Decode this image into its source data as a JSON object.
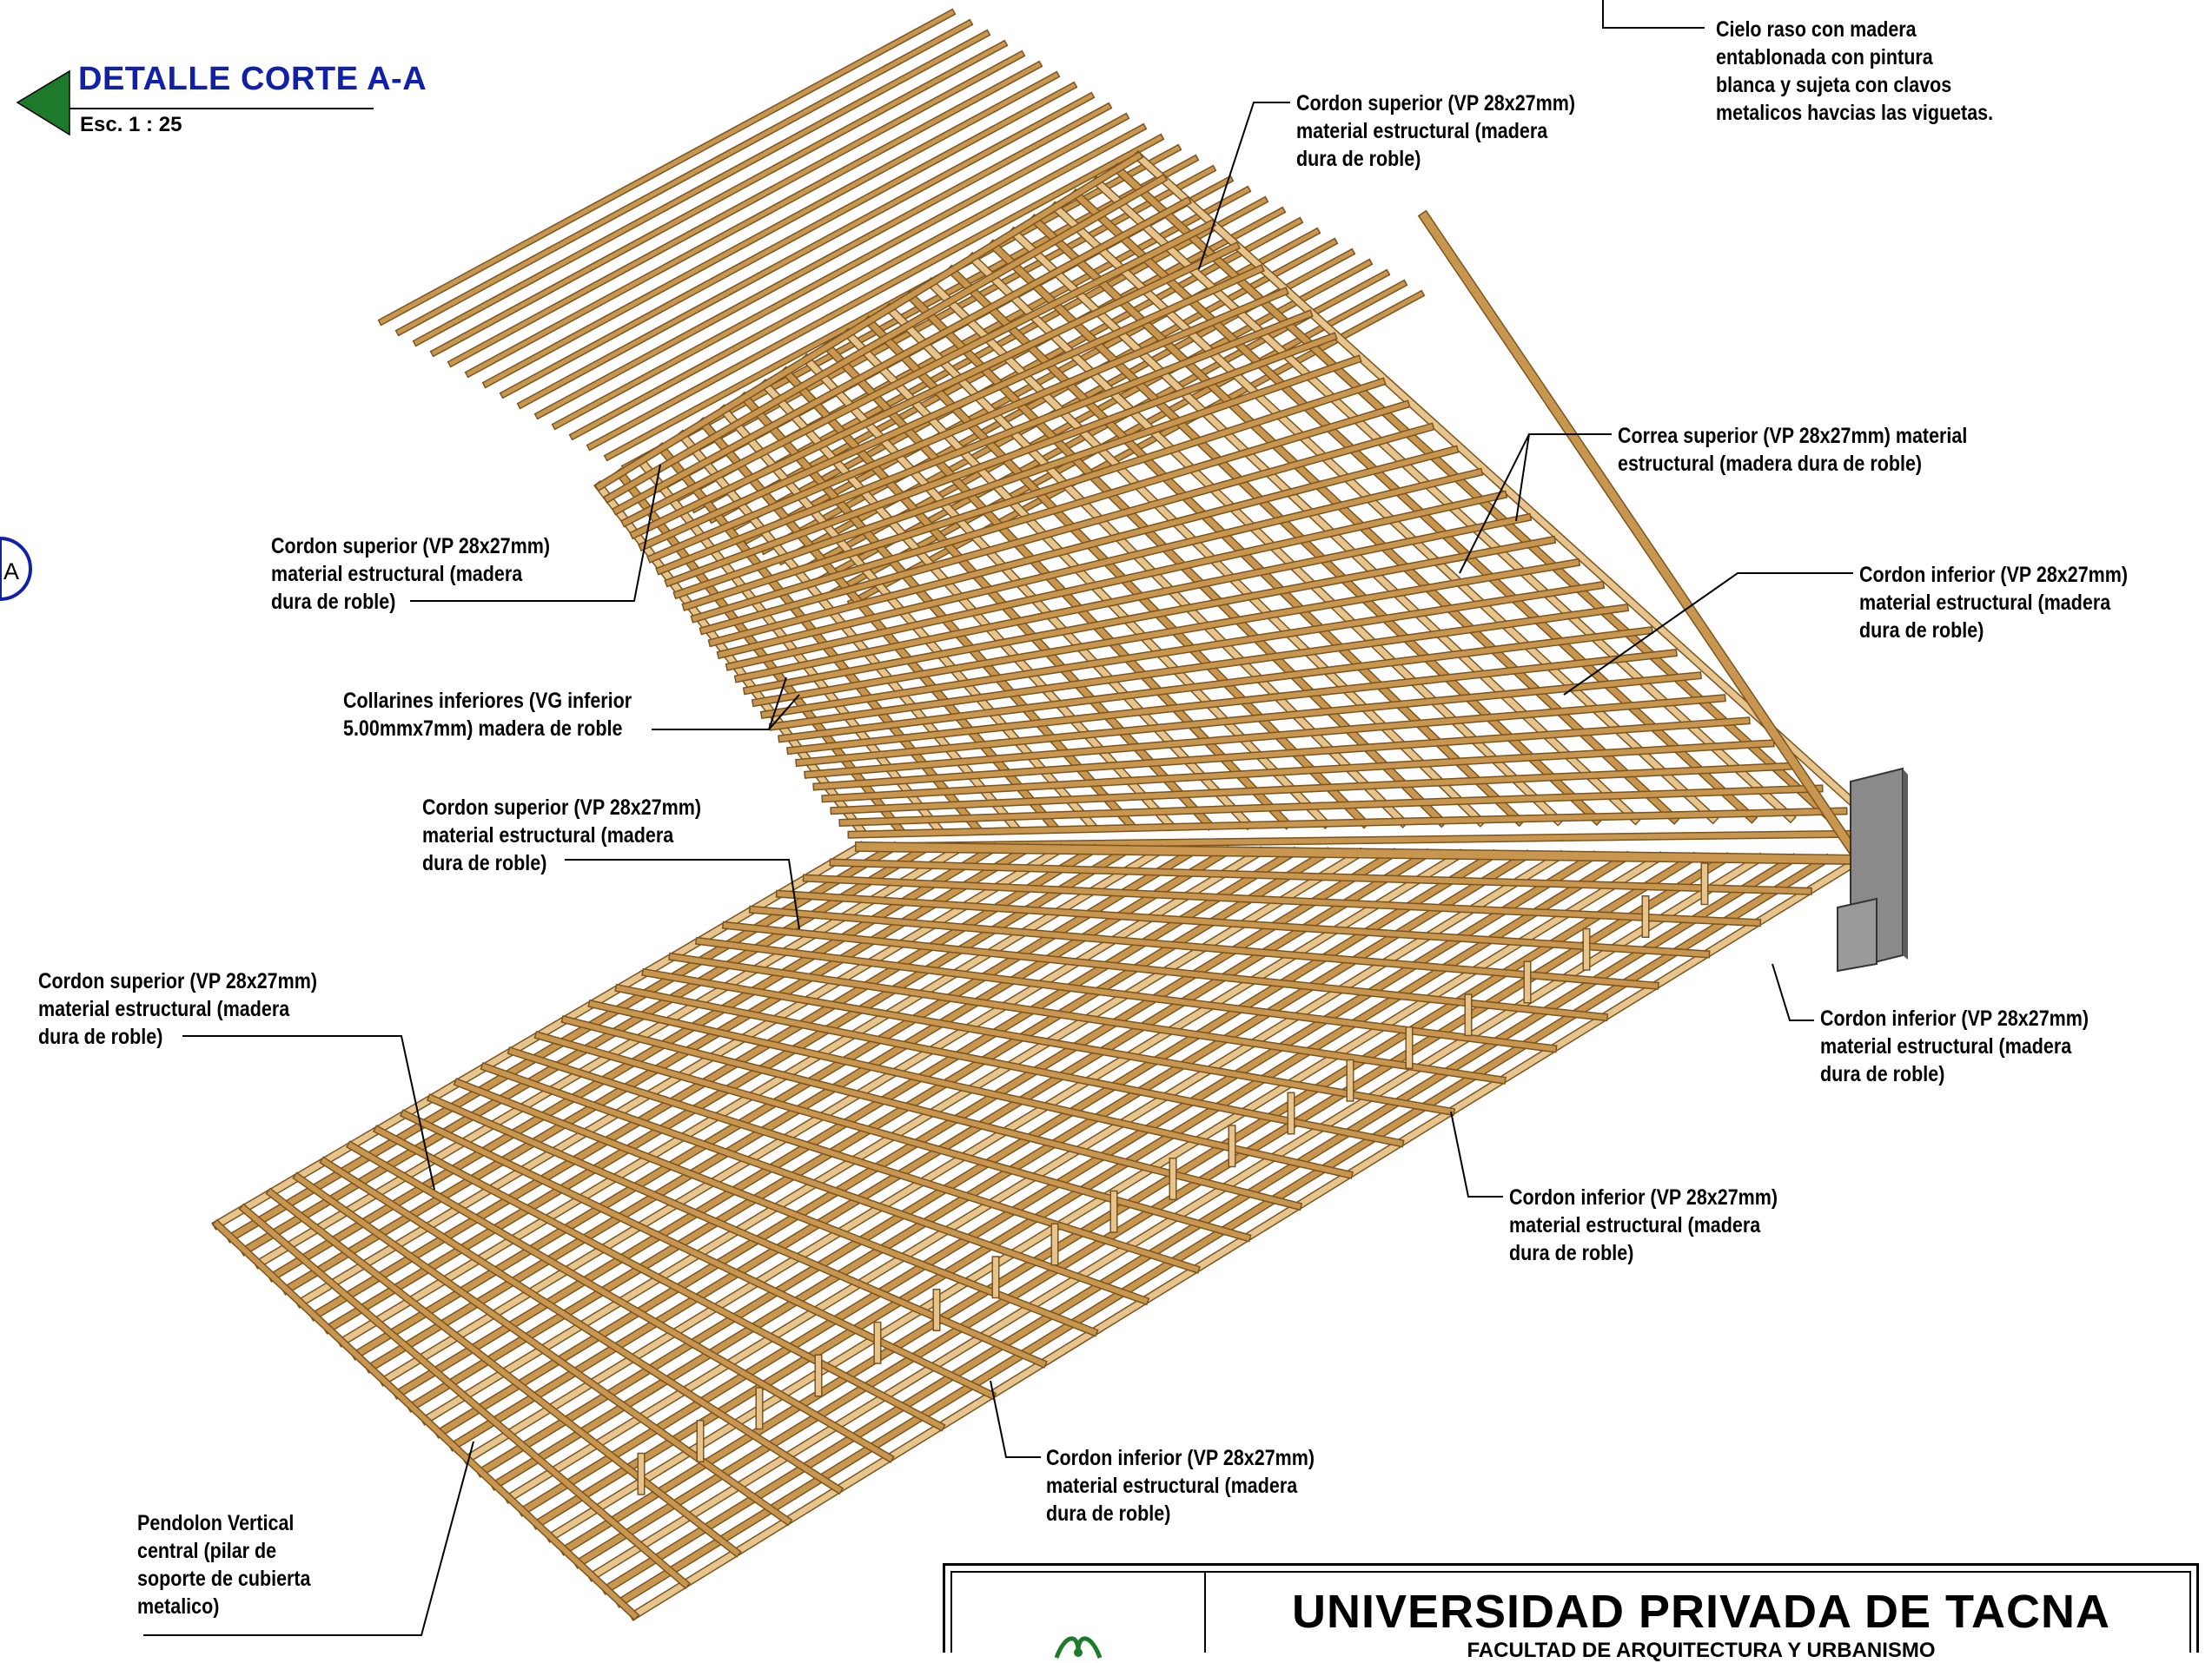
{
  "detail": {
    "title": "DETALLE CORTE A-A",
    "scale": "Esc. 1 : 25"
  },
  "section_marker": "A",
  "annotations": [
    {
      "id": "cielo-raso",
      "lines": [
        "Cielo raso con madera",
        "entablonada con pintura",
        "blanca y sujeta con clavos",
        "metalicos havcias las viguetas."
      ]
    },
    {
      "id": "cordon-sup-1",
      "lines": [
        "Cordon superior (VP 28x27mm)",
        "material estructural (madera",
        "dura de roble)"
      ]
    },
    {
      "id": "correa-sup",
      "lines": [
        "Correa superior (VP 28x27mm) material",
        "estructural (madera dura de roble)"
      ]
    },
    {
      "id": "cordon-inf-1",
      "lines": [
        "Cordon inferior (VP 28x27mm)",
        "material estructural (madera",
        "dura de roble)"
      ]
    },
    {
      "id": "cordon-sup-2",
      "lines": [
        "Cordon superior (VP 28x27mm)",
        "material estructural (madera",
        "dura de roble)"
      ]
    },
    {
      "id": "collarines",
      "lines": [
        "Collarines inferiores (VG inferior",
        "5.00mmx7mm) madera de roble"
      ]
    },
    {
      "id": "cordon-sup-3",
      "lines": [
        "Cordon superior (VP 28x27mm)",
        "material estructural (madera",
        "dura de roble)"
      ]
    },
    {
      "id": "cordon-sup-4",
      "lines": [
        "Cordon superior (VP 28x27mm)",
        "material estructural (madera",
        "dura de roble)"
      ]
    },
    {
      "id": "cordon-inf-2",
      "lines": [
        "Cordon inferior (VP 28x27mm)",
        "material estructural (madera",
        "dura de roble)"
      ]
    },
    {
      "id": "cordon-inf-3",
      "lines": [
        "Cordon inferior (VP 28x27mm)",
        "material estructural (madera",
        "dura de roble)"
      ]
    },
    {
      "id": "cordon-inf-4",
      "lines": [
        "Cordon inferior (VP 28x27mm)",
        "material estructural (madera",
        "dura de roble)"
      ]
    },
    {
      "id": "pendolon",
      "lines": [
        "Pendolon Vertical",
        "central (pilar de",
        "soporte de cubierta",
        "metalico)"
      ]
    }
  ],
  "title_block": {
    "university": "UNIVERSIDAD PRIVADA DE TACNA",
    "faculty": "FACULTAD DE ARQUITECTURA Y URBANISMO"
  },
  "colors": {
    "timber": "#c8964e",
    "timber_dark": "#7a5420",
    "timber_light": "#e6c48c",
    "title_blue": "#1020a8",
    "marker_green": "#1d7a2a",
    "column_grey": "#8a8a8a"
  }
}
